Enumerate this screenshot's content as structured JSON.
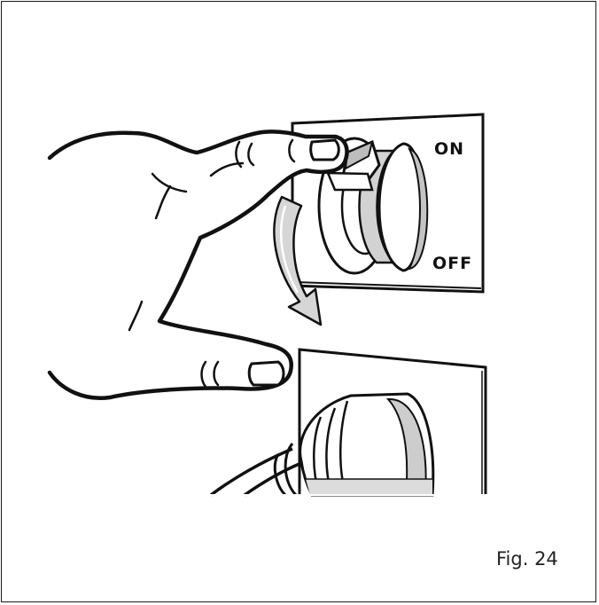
{
  "figure": {
    "caption": "Fig. 24"
  },
  "switch": {
    "on_label": "ON",
    "off_label": "OFF"
  },
  "colors": {
    "ink": "#111111",
    "frame": "#1a1a1a",
    "shade": "#c9c9c9",
    "arrow_fill": "#d6d6d6"
  }
}
